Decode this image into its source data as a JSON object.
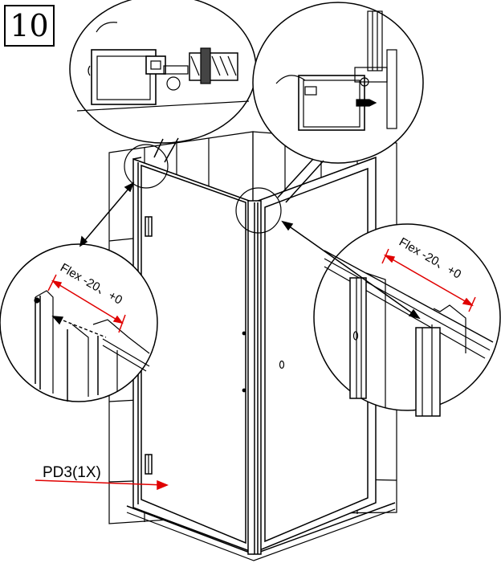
{
  "step_number": "10",
  "labels": {
    "flex_left": "Flex -20、+0",
    "flex_right": "Flex -20、+0",
    "part_code": "PD3(1X)"
  },
  "colors": {
    "line": "#000000",
    "dimension": "#e00000",
    "fill_light": "#ffffff"
  }
}
